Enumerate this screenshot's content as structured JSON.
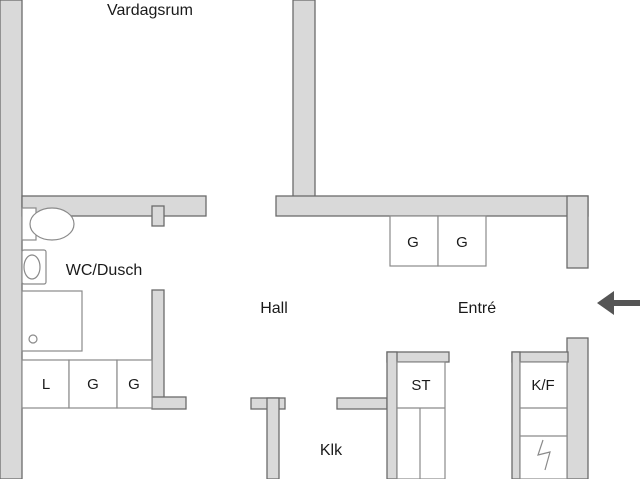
{
  "rooms": {
    "living": "Vardagsrum",
    "wc": "WC/Dusch",
    "hall": "Hall",
    "entry": "Entré",
    "closet": "Klk"
  },
  "storage": {
    "entry_left": "G",
    "entry_right": "G",
    "bath_l": "L",
    "bath_g1": "G",
    "bath_g2": "G",
    "st": "ST",
    "kf": "K/F"
  },
  "entrance_arrow_icon": "arrow-left-icon"
}
